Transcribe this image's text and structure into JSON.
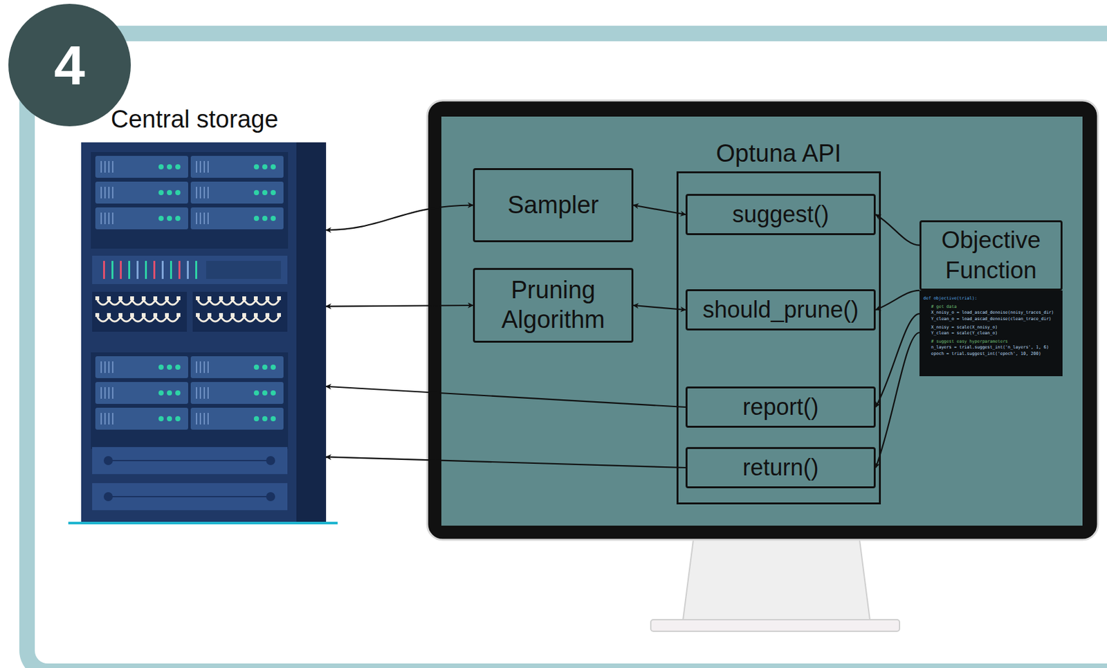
{
  "diagram": {
    "nodes": [
      {
        "text": [
          "Central storage"
        ]
      },
      {
        "text": [
          "Sampler"
        ]
      },
      {
        "text": [
          "Pruning Algorithm"
        ]
      },
      {
        "text": [
          "Optuna API"
        ]
      },
      {
        "text": [
          "suggest()"
        ],
        "in": 3
      },
      {
        "text": [
          "should_prune()"
        ],
        "in": 3
      },
      {
        "text": [
          "report()"
        ],
        "in": 3
      },
      {
        "text": [
          "return()"
        ],
        "in": 3
      },
      {
        "text": [
          "Objective Function"
        ]
      }
    ],
    "edges": [
      {
        "from": 0,
        "to": 1,
        "arrow": "both"
      },
      {
        "from": 0,
        "to": 2,
        "arrow": "both"
      },
      {
        "from": 1,
        "to": 4,
        "arrow": "both"
      },
      {
        "from": 2,
        "to": 5,
        "arrow": "both"
      },
      {
        "from": 6,
        "to": 0,
        "arrow": "to"
      },
      {
        "from": 7,
        "to": 0,
        "arrow": "to"
      },
      {
        "from": 8,
        "to": 4,
        "arrow": "to"
      },
      {
        "from": 8,
        "to": 5,
        "arrow": "to"
      },
      {
        "from": 8,
        "to": 6,
        "arrow": "to"
      },
      {
        "from": 8,
        "to": 7,
        "arrow": "to"
      }
    ],
    "labels": [
      "4",
      "def objective(trial):",
      "# get data",
      "X_noisy_o = load_ascad_denoise(noisy_traces_dir)",
      "Y_clean_o = load_ascad_denoise(clean_trace_dir)",
      "X_noisy = scale(X_noisy_o)",
      "Y_clean = scale(Y_clean_o)",
      "# suggest easy hyperparameters",
      "n_layers = trial.suggest_int('n_layers', 1, 6)",
      "epoch = trial.suggest_int('epoch', 10, 200)"
    ]
  }
}
